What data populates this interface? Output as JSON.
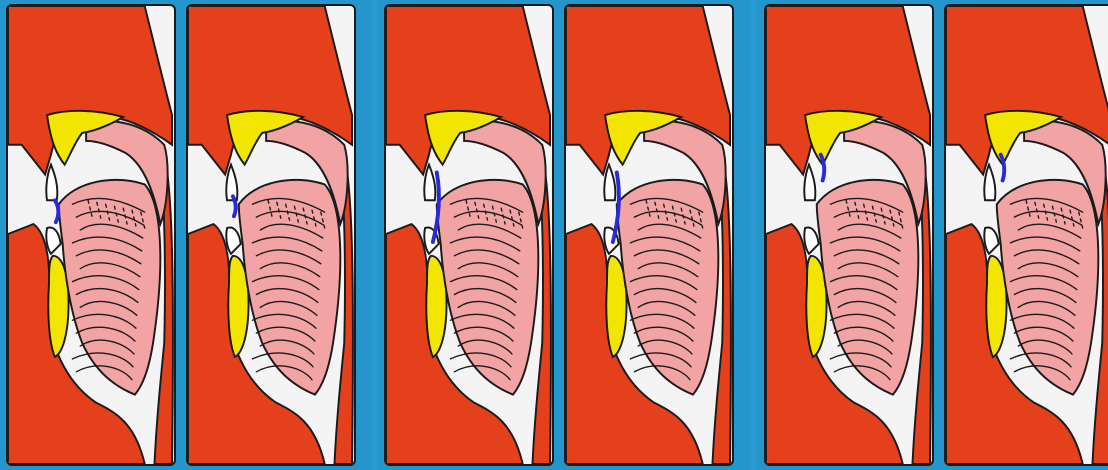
{
  "colors": {
    "background": "#2a9bd0",
    "panel": "#f4f4f4",
    "tissue_red": "#e5401c",
    "bone_yellow": "#f2e600",
    "tongue_pink": "#f2a3a3",
    "contact_blue": "#2a2ad8",
    "outline": "#1b1b1b"
  },
  "panels": [
    {
      "id": 1,
      "contact_point": "lips-teeth"
    },
    {
      "id": 2,
      "contact_point": "upper-teeth"
    },
    {
      "id": 3,
      "contact_point": "alveolar-long"
    },
    {
      "id": 4,
      "contact_point": "alveolar-long"
    },
    {
      "id": 5,
      "contact_point": "alveolar-tip"
    },
    {
      "id": 6,
      "contact_point": "alveolar-tip"
    }
  ]
}
